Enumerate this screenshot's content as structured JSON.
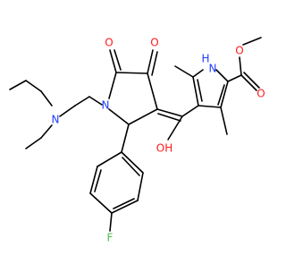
{
  "molecule": {
    "atom_labels": {
      "N_amine": "N",
      "N_lactam": "N",
      "F": "F",
      "O_lactam_c5": "O",
      "O_ketone_c4": "O",
      "OH": "OH",
      "NH": "H",
      "NH_N": "N",
      "O_ester_carbonyl": "O",
      "O_ester_methoxy": "O"
    },
    "colors": {
      "bond": "#000000",
      "nitrogen": "#1f3cff",
      "oxygen": "#ff1a1a",
      "fluorine": "#4fbf4f",
      "background": "#ffffff"
    }
  }
}
